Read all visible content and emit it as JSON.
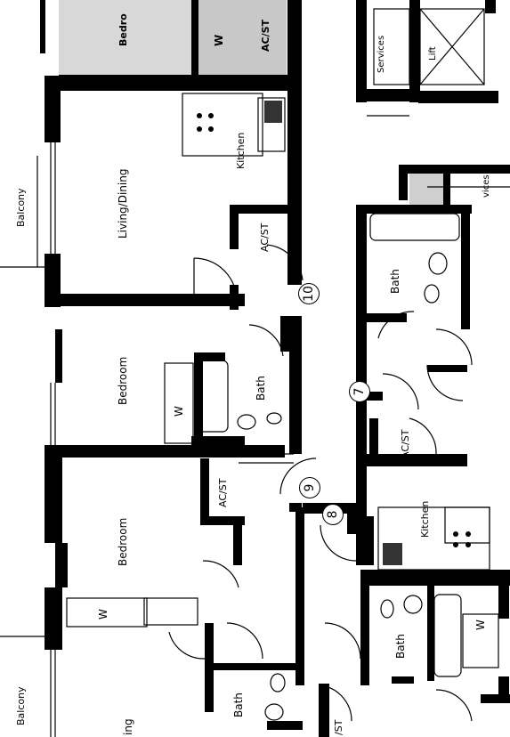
{
  "labels": {
    "bedroom_top": "Bedro",
    "w_top": "W",
    "acst_top": "AC/ST",
    "services": "Services",
    "lift": "Lift",
    "kitchen_left": "Kitchen",
    "balcony_top": "Balcony",
    "living_dining": "Living/Dining",
    "acst_left_upper": "AC/ST",
    "vices": "vices",
    "bath_right_upper": "Bath",
    "bedroom_mid": "Bedroom",
    "w_mid": "W",
    "bath_left_mid": "Bath",
    "acst_right": "AC/ST",
    "kitchen_right": "Kitchen",
    "acst_left_lower": "AC/ST",
    "bedroom_low": "Bedroom",
    "w_low": "W",
    "bath_right_lower": "Bath",
    "w_right_lower": "W",
    "balcony_bottom": "Balcony",
    "ing": "ing",
    "bath_bottom": "Bath",
    "st_bottom": "/ST"
  },
  "unit_numbers": {
    "n10": "10",
    "n7": "7",
    "n9": "9",
    "n8": "8"
  }
}
